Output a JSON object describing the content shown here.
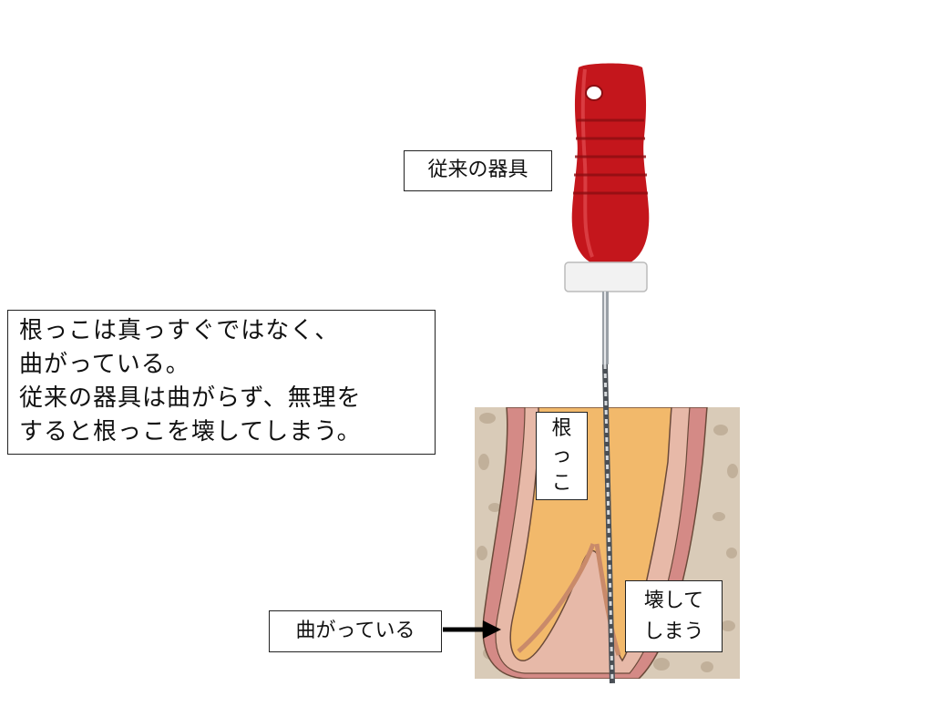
{
  "main_note": {
    "lines": [
      "根っこは真っすぐではなく、",
      "曲がっている。",
      "従来の器具は曲がらず、無理を",
      "すると根っこを壊してしまう。"
    ]
  },
  "labels": {
    "tool": "従来の器具",
    "root_lines": [
      "根",
      "っ",
      "こ"
    ],
    "break_lines": [
      "壊して",
      "しまう"
    ],
    "bend": "曲がっている"
  },
  "colors": {
    "handle_red": "#c4161c",
    "bone_bg": "#d9cbb8",
    "pulp_orange": "#f2b96b",
    "gum_pink": "#d48a86"
  }
}
